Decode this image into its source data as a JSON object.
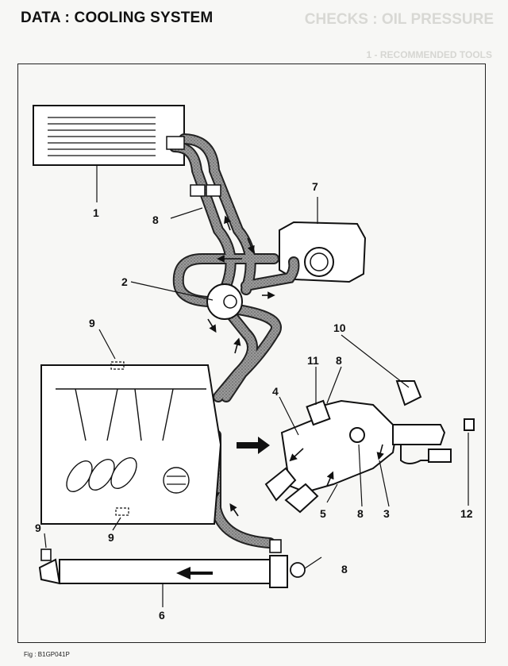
{
  "header": {
    "title": "DATA : COOLING SYSTEM",
    "ghost_title": "CHECKS : OIL PRESSURE",
    "ghost_subtitle": "1 - RECOMMENDED TOOLS"
  },
  "figure": {
    "caption": "Fig : B1GP041P",
    "callouts": {
      "c1": "1",
      "c2": "2",
      "c3": "3",
      "c4": "4",
      "c5": "5",
      "c6": "6",
      "c7": "7",
      "c8a": "8",
      "c8b": "8",
      "c8c": "8",
      "c8d": "8",
      "c9a": "9",
      "c9b": "9",
      "c9c": "9",
      "c10": "10",
      "c11": "11",
      "c12": "12"
    }
  }
}
